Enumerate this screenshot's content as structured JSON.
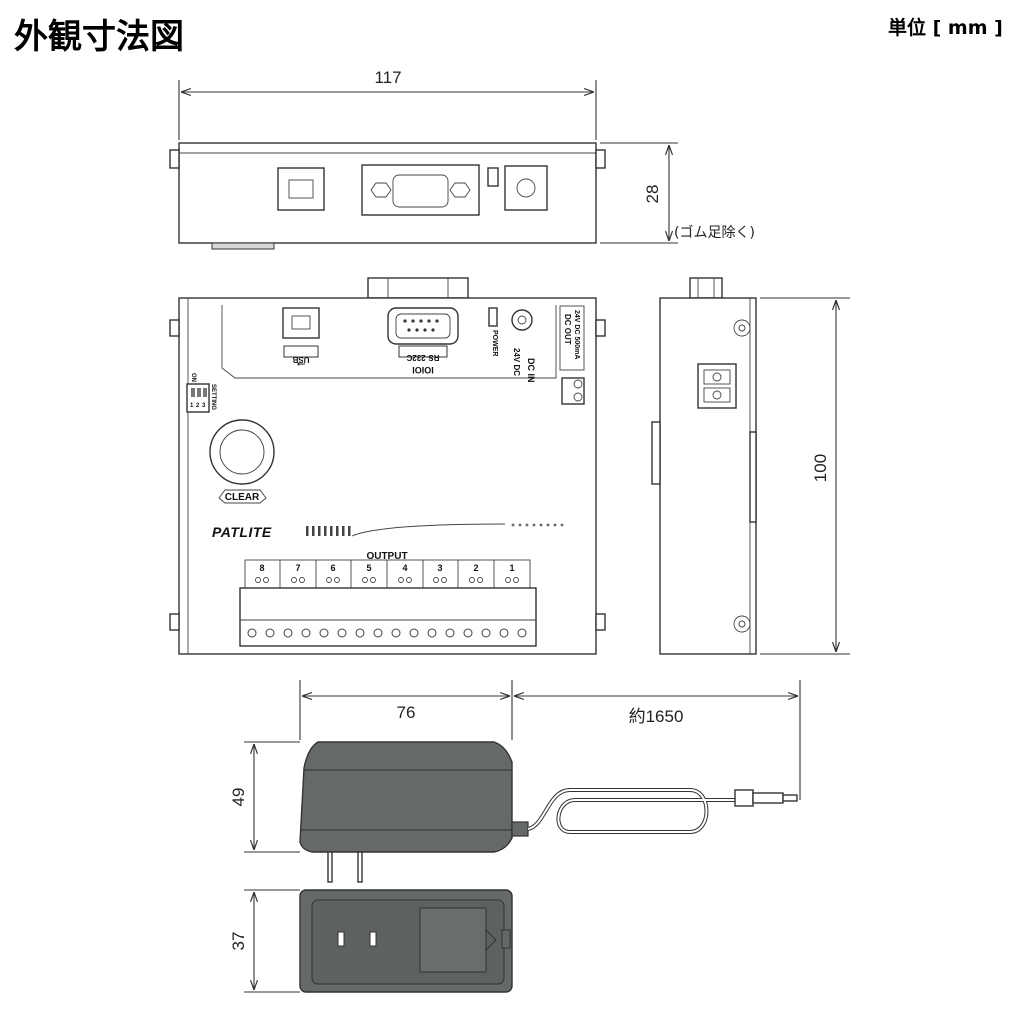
{
  "header": {
    "title": "外観寸法図",
    "unit_label": "単位 [ mm ]"
  },
  "dimensions": {
    "width_main": "117",
    "height_side": "28",
    "rubber_note": "(ゴム足除く)",
    "depth_main": "100",
    "adapter_width": "76",
    "cable_length": "約1650",
    "adapter_height": "49",
    "adapter_depth": "37"
  },
  "panel_labels": {
    "usb": "USB",
    "rs232c": "RS-232C",
    "rs_logo": "IOIOI",
    "power": "POWER",
    "dc_in": "DC IN",
    "dc_in_volt": "24V DC",
    "dc_out": "DC OUT",
    "dc_out_spec": "24V DC 500mA",
    "setting": "SETTING",
    "on": "ON",
    "dip_numbers": [
      "1",
      "2",
      "3"
    ],
    "clear": "CLEAR",
    "brand": "PATLITE",
    "output": "OUTPUT",
    "channels": [
      "8",
      "7",
      "6",
      "5",
      "4",
      "3",
      "2",
      "1"
    ]
  }
}
